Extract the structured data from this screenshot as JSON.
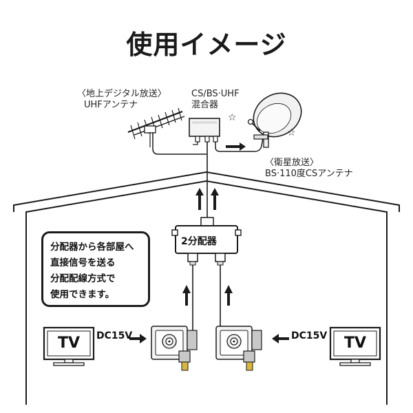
{
  "title": "使用イメージ",
  "labels": {
    "terrestrial_line1": "〈地上デジタル放送〉",
    "terrestrial_line2": "UHFアンテナ",
    "mixer_line1": "CS/BS·UHF",
    "mixer_line2": "混合器",
    "satellite_line1": "〈衛星放送〉",
    "satellite_line2": "BS·110度CSアンテナ",
    "splitter": "2分配器",
    "dc_left": "DC15V",
    "dc_right": "DC15V",
    "tv_left": "TV",
    "tv_right": "TV"
  },
  "callout": {
    "lines": [
      "分配器から各部屋へ",
      "直接信号を送る",
      "分配配線方式で",
      "使用できます。"
    ]
  },
  "icons": {
    "star": "☆"
  },
  "colors": {
    "stroke": "#1a1a1a",
    "house_fill": "#ffffff",
    "device_fill": "#f4f4f4",
    "metal": "#c8c8c8",
    "gold": "#d8b640"
  }
}
